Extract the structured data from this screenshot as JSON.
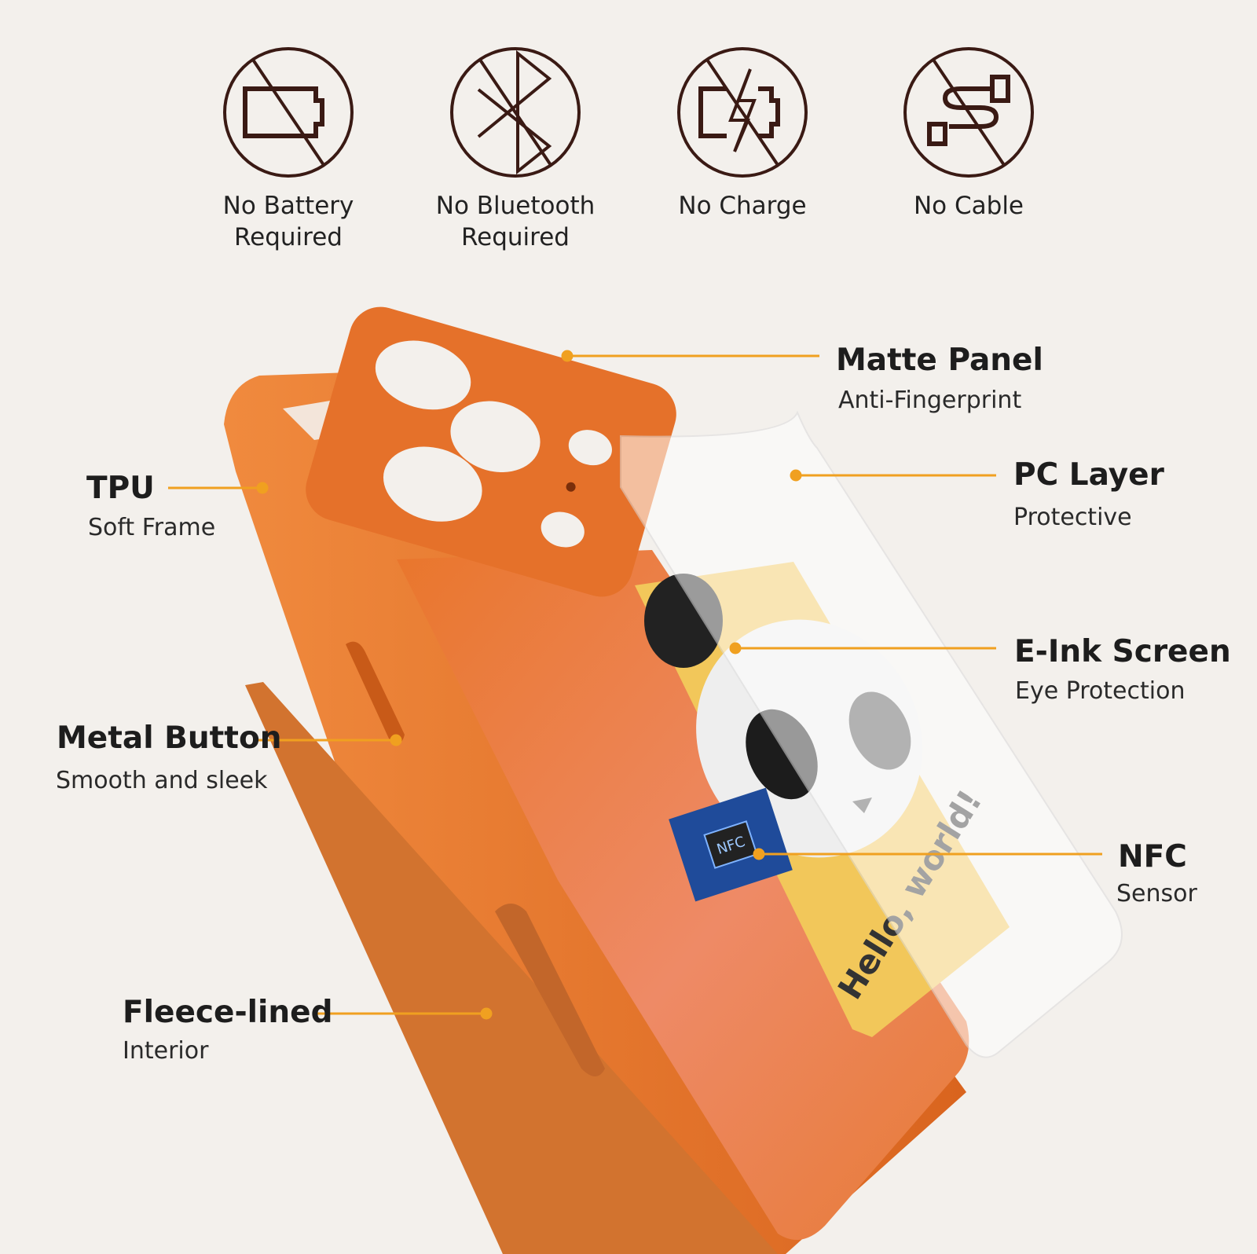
{
  "colors": {
    "background": "#f3f0ec",
    "icon_stroke": "#3a1a14",
    "leader_line": "#f0a020",
    "case_orange": "#ec7a2e",
    "eink_yellow": "#f2c75a"
  },
  "features": [
    {
      "icon": "no-battery-icon",
      "line1": "No Battery",
      "line2": "Required"
    },
    {
      "icon": "no-bluetooth-icon",
      "line1": "No Bluetooth",
      "line2": "Required"
    },
    {
      "icon": "no-charge-icon",
      "line1": "No Charge",
      "line2": ""
    },
    {
      "icon": "no-cable-icon",
      "line1": "No Cable",
      "line2": ""
    }
  ],
  "callouts": {
    "matte_panel": {
      "title": "Matte Panel",
      "subtitle": "Anti-Fingerprint"
    },
    "pc_layer": {
      "title": "PC Layer",
      "subtitle": "Protective"
    },
    "eink_screen": {
      "title": "E-Ink Screen",
      "subtitle": "Eye Protection"
    },
    "nfc": {
      "title": "NFC",
      "subtitle": "Sensor"
    },
    "tpu": {
      "title": "TPU",
      "subtitle": "Soft Frame"
    },
    "metal_button": {
      "title": "Metal Button",
      "subtitle": "Smooth and sleek"
    },
    "fleece": {
      "title": "Fleece-lined",
      "subtitle": "Interior"
    }
  },
  "product_art": {
    "screen_text": "Hello, world!",
    "chip_text": "NFC"
  }
}
